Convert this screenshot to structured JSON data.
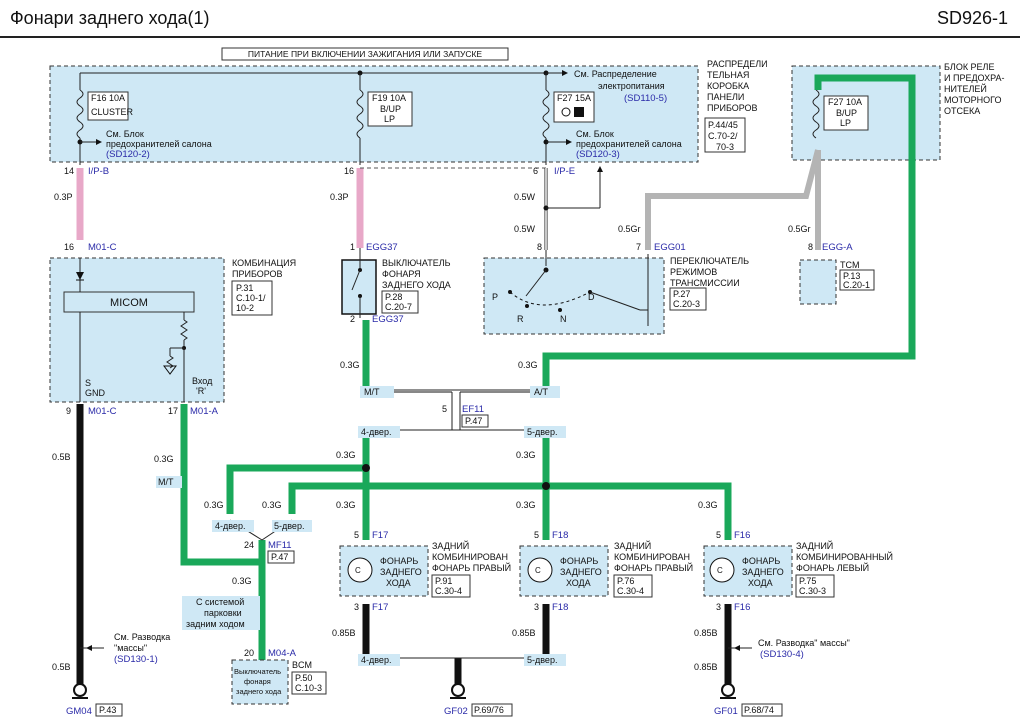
{
  "header": {
    "title": "Фонари заднего хода(1)",
    "code": "SD926-1"
  },
  "power": {
    "label": "ПИТАНИЕ ПРИ ВКЛЮЧЕНИИ ЗАЖИГАНИЯ ИЛИ ЗАПУСКЕ"
  },
  "boxes": {
    "ipjb": {
      "lines": [
        "РАСПРЕДЕЛИ",
        "ТЕЛЬНАЯ",
        "КОРОБКА",
        "ПАНЕЛИ",
        "ПРИБОРОВ"
      ],
      "ref": [
        "P.44/45",
        "C.70-2/",
        "70-3"
      ]
    },
    "engine": {
      "lines": [
        "БЛОК РЕЛЕ",
        "И ПРЕДОХРА-",
        "НИТЕЛЕЙ",
        "МОТОРНОГО",
        "ОТСЕКА"
      ]
    }
  },
  "fuses": {
    "f16": {
      "id": "F16 10A",
      "label": "CLUSTER"
    },
    "f19": {
      "id": "F19 10A",
      "label1": "B/UP",
      "label2": "LP"
    },
    "f27a": {
      "id": "F27 15A"
    },
    "f27b": {
      "id": "F27 10A",
      "label1": "B/UP",
      "label2": "LP"
    }
  },
  "refs": {
    "dist": "См. Распределение",
    "dist2": "электропитания",
    "sd1105": "(SD110-5)",
    "blok": "См. Блок",
    "pred": "предохранителей салона",
    "sd1202": "(SD120-2)",
    "sd1203": "(SD120-3)",
    "gnd1": "См. Разводка",
    "gnd2": "\"массы\"",
    "sd1301": "(SD130-1)",
    "gnd3": "См. Разводка\" массы\"",
    "sd1304": "(SD130-4)"
  },
  "connectors": {
    "ipb_pin": "14",
    "ipb": "I/P-B",
    "ipe_pin": "6",
    "ipe": "I/P-E",
    "pin16": "16",
    "m01c_pin": "16",
    "m01c": "M01-C",
    "egg37_pin": "1",
    "egg37": "EGG37",
    "egg37b_pin": "2",
    "egg37b": "EGG37",
    "pin8": "8",
    "egg01_pin": "7",
    "egg01": "EGG01",
    "egga_pin": "8",
    "egga": "EGG-A",
    "ef11_pin": "5",
    "ef11": "EF11",
    "ef11_ref": "P.47",
    "m01c2_pin": "9",
    "m01c2": "M01-C",
    "m01a_pin": "17",
    "m01a": "M01-A",
    "mf11_pin": "24",
    "mf11": "MF11",
    "mf11_ref": "P.47",
    "m04a_pin": "20",
    "m04a": "M04-A",
    "f17_pin": "5",
    "f17": "F17",
    "f17b_pin": "3",
    "f17b": "F17",
    "f18_pin": "5",
    "f18": "F18",
    "f18b_pin": "3",
    "f18b": "F18",
    "f16_pin": "5",
    "f16": "F16",
    "f16b_pin": "3",
    "f16b": "F16"
  },
  "wires": {
    "p03_1": "0.3P",
    "p03_2": "0.3P",
    "w05_1": "0.5W",
    "w05_2": "0.5W",
    "gr05_1": "0.5Gr",
    "gr05_2": "0.5Gr",
    "g03_mt": "0.3G",
    "g03_at": "0.3G",
    "g03_4d": "0.3G",
    "g03_5d": "0.3G",
    "g03_left": "0.3G",
    "g03_a": "0.3G",
    "g03_b": "0.3G",
    "g03_c": "0.3G",
    "g03_d": "0.3G",
    "g03_e": "0.3G",
    "g03_f": "0.3G",
    "g03_bcm": "0.3G",
    "b05_1": "0.5B",
    "b05_2": "0.5B",
    "b085_1": "0.85B",
    "b085_2": "0.85B",
    "b085_3": "0.85B",
    "b085_4": "0.85B"
  },
  "tags": {
    "mt": "M/T",
    "at": "A/T",
    "d4": "4-двер.",
    "d5": "5-двер.",
    "d4b": "4-двер.",
    "d5b": "5-двер.",
    "d4c": "4-двер.",
    "d5c": "5-двер.",
    "mt2": "M/T",
    "parking1": "С системой",
    "parking2": "парковки",
    "parking3": "задним ходом"
  },
  "components": {
    "cluster": {
      "title": [
        "КОМБИНАЦИЯ",
        "ПРИБОРОВ"
      ],
      "ref": [
        "P.31",
        "C.10-1/",
        "10-2"
      ],
      "micom": "MICOM",
      "s": "S",
      "gnd": "GND",
      "vhod": "Вход",
      "r": "'R'"
    },
    "switch": {
      "title": [
        "ВЫКЛЮЧАТЕЛЬ",
        "ФОНАРЯ",
        "ЗАДНЕГО ХОДА"
      ],
      "ref": [
        "P.28",
        "C.20-7"
      ]
    },
    "trans": {
      "title": [
        "ПЕРЕКЛЮЧАТЕЛЬ",
        "РЕЖИМОВ",
        "ТРАНСМИССИИ"
      ],
      "ref": [
        "P.27",
        "C.20-3"
      ],
      "p": "P",
      "r": "R",
      "n": "N",
      "d": "D"
    },
    "tcm": {
      "title": "TCM",
      "ref": [
        "P.13",
        "C.20-1"
      ]
    },
    "bcm": {
      "title": "BCM",
      "ref": [
        "P.50",
        "C.10-3"
      ],
      "inner": [
        "Выключатель",
        "фонаря",
        "заднего хода"
      ]
    },
    "lamp_r1": {
      "title": [
        "ЗАДНИЙ",
        "КОМБИНИРОВАН",
        "ФОНАРЬ ПРАВЫЙ"
      ],
      "inner": [
        "ФОНАРЬ",
        "ЗАДНЕГО",
        "ХОДА"
      ],
      "ref": [
        "P.91",
        "C.30-4"
      ]
    },
    "lamp_r2": {
      "title": [
        "ЗАДНИЙ",
        "КОМБИНИРОВАН",
        "ФОНАРЬ ПРАВЫЙ"
      ],
      "inner": [
        "ФОНАРЬ",
        "ЗАДНЕГО",
        "ХОДА"
      ],
      "ref": [
        "P.76",
        "C.30-4"
      ]
    },
    "lamp_l": {
      "title": [
        "ЗАДНИЙ",
        "КОМБИНИРОВАННЫЙ",
        "ФОНАРЬ ЛЕВЫЙ"
      ],
      "inner": [
        "ФОНАРЬ",
        "ЗАДНЕГО",
        "ХОДА"
      ],
      "ref": [
        "P.75",
        "C.30-3"
      ]
    }
  },
  "grounds": {
    "gm04": "GM04",
    "gm04_ref": "P.43",
    "gf02": "GF02",
    "gf02_ref": "P.69/76",
    "gf01": "GF01",
    "gf01_ref": "P.68/74"
  },
  "colors": {
    "pink": "#e8a8c8",
    "green": "#1aa85a",
    "black": "#111111",
    "gray": "#b4b4b4",
    "box": "#cfe8f5",
    "blue": "#2a2aa8"
  }
}
